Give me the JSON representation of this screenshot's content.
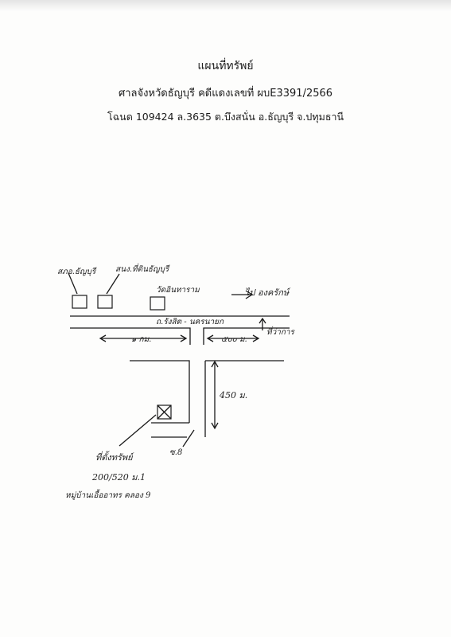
{
  "header": {
    "title": "แผนที่ทรัพย์",
    "court_line": "ศาลจังหวัดธัญบุรี คดีแดงเลขที่ ผบE3391/2566",
    "deed_line": "โฉนด 109424  ล.3635 ต.บึงสนั่น อ.ธัญบุรี จ.ปทุมธานี"
  },
  "map": {
    "label_police": "สภอ.ธัญบุรี",
    "label_land_office": "สนง.ที่ดินธัญบุรี",
    "label_temple": "วัดอินทาราม",
    "label_direction": "ไป องครักษ์",
    "label_road": "ถ.รังสิต - นครนายก",
    "label_dist_left": "๑ กม.",
    "label_dist_right": "๕๐๐ ม.",
    "label_hall": "ที่ว่าการ",
    "label_dist_vertical": "450 ม.",
    "label_soi": "ซ.8",
    "label_property": "ที่ตั้งทรัพย์",
    "label_address": "200/520 ม.1",
    "label_village": "หมู่บ้านเอื้ออาทร คลอง 9"
  }
}
